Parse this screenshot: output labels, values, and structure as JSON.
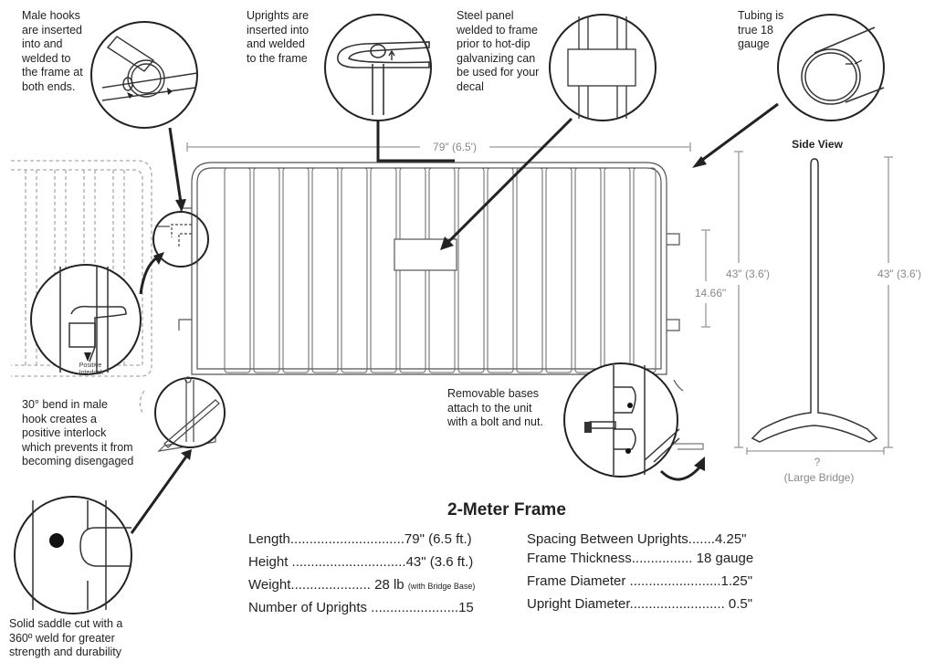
{
  "captions": {
    "male_hooks": "Male hooks\nare inserted\ninto and\nwelded to\nthe frame at\nboth ends.",
    "uprights": "Uprights are\ninserted into\nand welded\nto the frame",
    "steel_panel": "Steel panel\nwelded to frame\nprior to hot-dip\ngalvanizing can\nbe used for your\ndecal",
    "tubing": "Tubing is\ntrue 18\ngauge",
    "bend": "30° bend in male\nhook creates a\npositive interlock\nwhich prevents it from\nbecoming disengaged",
    "bases": "Removable bases\nattach to the unit\nwith a bolt and nut.",
    "saddle": "Solid saddle cut with a\n360º weld for greater\nstrength and durability",
    "positive_interlock": "Positive\nInterlock"
  },
  "dimensions": {
    "width": "79\" (6.5')",
    "height_front": "43\" (3.6')",
    "height_side": "43\" (3.6')",
    "base_spacing": "14.66\"",
    "side_view": "Side View",
    "base_width": "?",
    "base_type": "(Large Bridge)"
  },
  "spec_title": "2-Meter Frame",
  "specs_left": [
    {
      "label": "Length",
      "value": "79\" (6.5 ft.)"
    },
    {
      "label": "Height",
      "value": "43\" (3.6 ft.)"
    },
    {
      "label": "Weight",
      "value": "28 lb",
      "note": "(with Bridge Base)"
    },
    {
      "label": "Number of Uprights",
      "value": "15"
    }
  ],
  "specs_right": [
    {
      "label": "Spacing Between Uprights",
      "value": "4.25\""
    },
    {
      "label": "Frame Thickness",
      "value": "18 gauge"
    },
    {
      "label": "Frame Diameter",
      "value": "1.25\""
    },
    {
      "label": "Upright Diameter",
      "value": "0.5\""
    }
  ],
  "colors": {
    "line": "#222222",
    "dimension": "#999999",
    "dashed": "#aaaaaa"
  }
}
